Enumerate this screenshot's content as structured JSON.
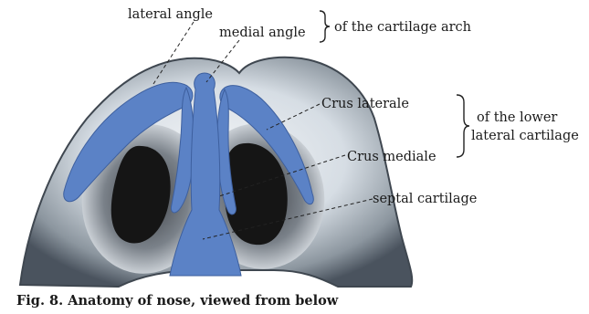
{
  "labels": {
    "lateral_angle": "lateral angle",
    "medial_angle": "medial angle",
    "cartilage_arch": "of the cartilage arch",
    "crus_laterale": "Crus laterale",
    "crus_mediale": "Crus mediale",
    "lower_lateral_line1": "of the lower",
    "lower_lateral_line2": "lateral cartilage",
    "septal_cartilage": "septal cartilage"
  },
  "caption": "Fig. 8. Anatomy of nose, viewed from below",
  "colors": {
    "cartilage": "#5b82c6",
    "skin_dark": "#4a535e",
    "skin_light": "#e8edf2",
    "nostril": "#151515"
  }
}
